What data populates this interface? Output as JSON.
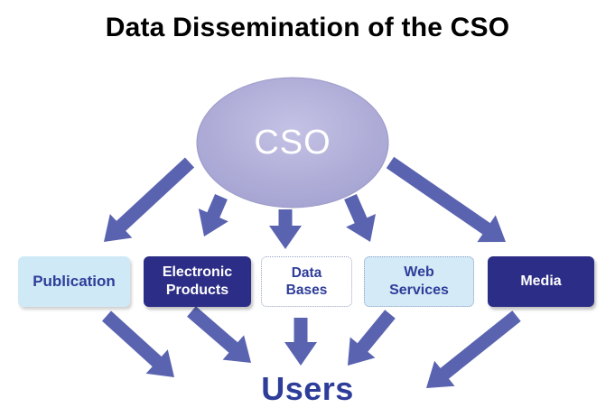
{
  "title": "Data Dissemination of the CSO",
  "hub": {
    "label": "CSO"
  },
  "channels": [
    {
      "line1": "Publication",
      "line2": ""
    },
    {
      "line1": "Electronic",
      "line2": "Products"
    },
    {
      "line1": "Data",
      "line2": "Bases"
    },
    {
      "line1": "Web",
      "line2": "Services"
    },
    {
      "line1": "Media",
      "line2": ""
    }
  ],
  "target": {
    "label": "Users"
  },
  "colors": {
    "hub_fill": "#b2b0d8",
    "arrow": "#5a63b0",
    "dark_box": "#2c2d86",
    "light_box": "#cfeaf6",
    "text_blue": "#2e3d99"
  }
}
